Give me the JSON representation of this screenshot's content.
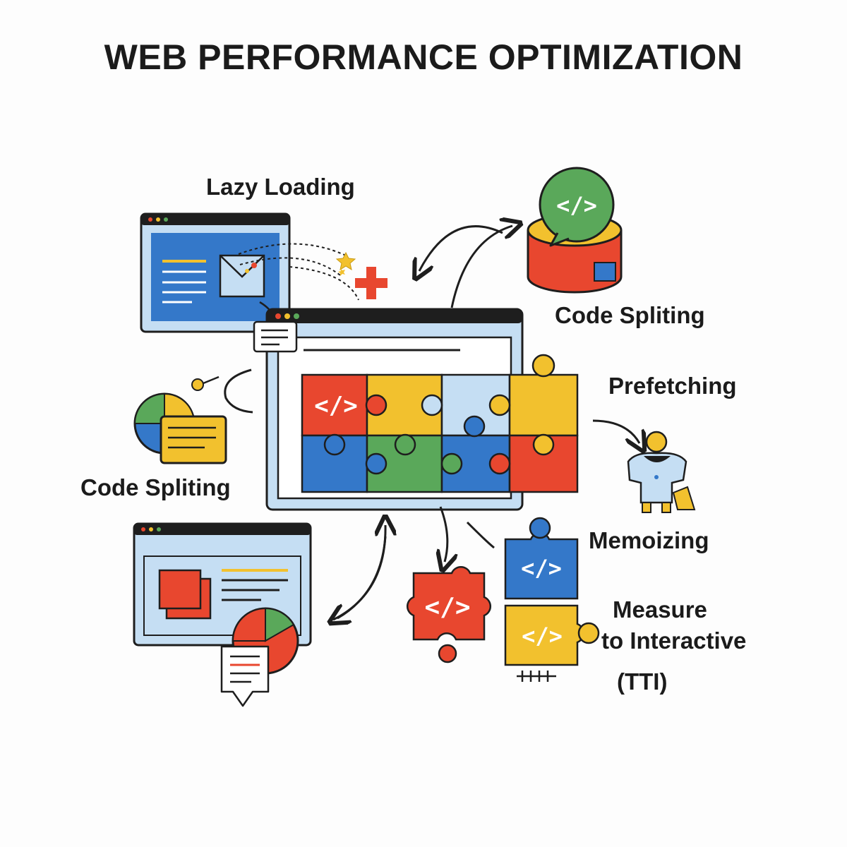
{
  "title": "WEB PERFORMANCE OPTIMIZATION",
  "labels": {
    "lazy_loading": "Lazy Loading",
    "code_splitting_right": "Code Spliting",
    "prefetching": "Prefetching",
    "code_splitting_left": "Code Spliting",
    "memoizing": "Memoizing",
    "measure_line1": "Measure",
    "measure_line2": "to Interactive",
    "measure_line3": "(TTI)"
  },
  "code_glyph": "</>",
  "colors": {
    "red": "#e8472f",
    "yellow": "#f2c12e",
    "green": "#5aa85a",
    "blue": "#3478c9",
    "light_blue": "#c5def3",
    "outline": "#1e1e1e"
  }
}
